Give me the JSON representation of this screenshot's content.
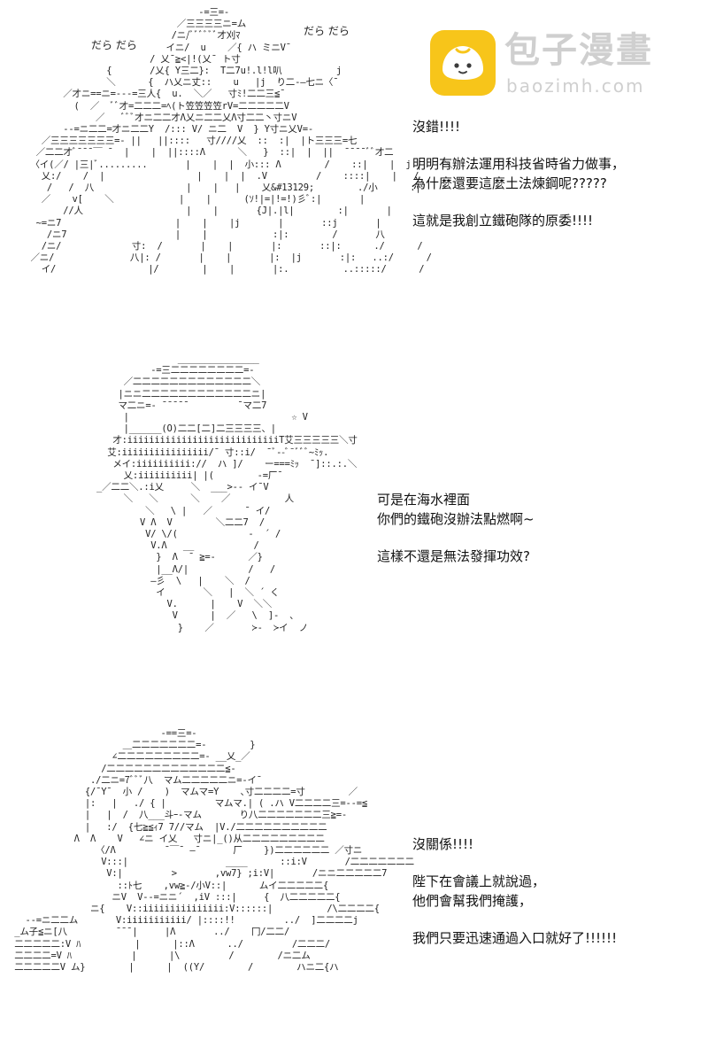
{
  "watermark": {
    "title": "包子漫畫",
    "domain": "baozimh.com"
  },
  "panels": [
    {
      "sfx_left": "だら だら",
      "sfx_right": "だら だら",
      "art": "                                   -=三=-\n                               ／三三三三ニ=ム\n                              /ニ/ﾞﾞﾞﾞﾞﾞ才刈ﾏ\n                             イニ/  u    ／{ ハ ミニV¯\n                          / 乂¯≧<|!(乂¯ ト寸\n                  {       /乂{ Y三二}:  T二7u!.l!l叭          j\n                  ＼      {  ハ乂ニ丈::    u   |j  り二-―七ニ〈¯\n          ／才ニ==ニ=---=三人{  u.  ＼／   寸ﾐ!二二三≦¯\n            (  ／  ﾞﾞ才=二二二=ﾍ(ト笠笠笠笠rV=二二二二二V\n                ／   ﾞﾞﾞ才ニ二二才Λ乂ニ二二乂Λ寸二二丶寸ニV\n          --=ニ二二=才ニ二二Y  /::: V/ ニ二  V  } Y寸ニ乂V=-\n      ／三三三三三三三=- ||   ||::::   寸////乂  ::  :|  |ト三三三=七\n     ／二二才ﾞ¯¯¯￣ ¯  |    |  ||::::Λ      ＼   }  ::|  |  ||  ¯¯¯¯ﾞﾞ才二\n    〈イ(／/ |三|ﾞ.........       |    |  |  小::: Λ        /    ::|    |  j |    ＼\n      乂:/    /  |                 |    |  |  .V         /    ::::|    |   /\n       /   /  八                 |    |   |    乂&#13129;        ./小      :|\n      ／    v[    ＼            |    |      (ｿ!|=|!=!)彡ﾞ:|       |\n          //人                   |    |       {J|.|l|        :|       |\n     ~=ニ7                     |    |    |j       |       ::j       |\n       /ニ7                    |    |            :|:        /       八\n      /ニ/             寸:  /       |    |       |:       ::|:      ./      /\n    ／ニ/              八|: /       |    |       |:  |j       :|:   ..:/      /\n      イ/                 |/        |    |       |:.          ..:::::/      /",
      "lines": [
        "沒錯!!!!",
        "",
        "明明有辦法運用科技省時省力做事，",
        "為什麼還要這麼土法煉鋼呢?????",
        "",
        "這就是我創立鐵砲隊的原委!!!!"
      ]
    },
    {
      "art": "                       _______________\n                  -=三二二二二二二二二=-\n             ／二二二二二二二二二二二二二＼\n            |ニニ二二二二二二二二二二二二ニ|\n            マ二ニ=- ¯¯¯¯¯         ¯マ二7\n             |                              ☆ V\n             |______(O)二二[二]二三三三三、|\n           才:iiiiiiiiiiiiiiiiiiiiiiiiiiiiT艾三三三三三＼寸\n          艾:iiiiiiiiiiiiiiii/¯ 寸::i/  ¯ﾞ‐-ﾞ¯ﾞﾞﾞ~ﾐｯ.\n           メイ:iiiiiiiiii://  ハ ]/    ー===ﾐｯ  ¯]::.:.＼\n             乂:iiiiiiiiii| |(        -=厂¯\n        _／二二＼.:i乂     ＼  ___>-- イ¯V\n             ＼   ＼      ＼    ／          人\n                 ＼   \\ |   ／      ¯ イ/\n                V Λ  V        ＼二二7  /\n                 V/ \\/(             -  ´ /\n                  V.Λ   __           /\n                   }  Λ  ¯ ≧=-      ／}\n                   |__Λ/|           /   /\n                  ―彡  \\   |    ＼  /\n                   イ       ＼   |  ＼ ´ く\n                     V.      |    V  ＼＼\n                      V      |  ／   \\  ]-  ､\n                       }    ／       ≻-  ≻イ  ノ",
      "lines": [
        "可是在海水裡面",
        "你們的鐵砲沒辦法點燃啊~",
        "",
        "這樣不還是無法發揮功效?"
      ]
    },
    {
      "art": "                             -==三=-\n                      ＿二二二二二二二=-        }\n                    ∠二二二二二二二二二=- __乂_／\n                  /二二二二二二二二二二二二二≦-\n                ./二ニ=7ﾞﾞﾞ八  マム二二二二二ニ=-イ¯\n               {/¯Y¯  小 /    )  マムマ=Y    ､寸二二二二=寸        ／\n               |:   |   ./ { |         マムマ.| ( .ハ V二二二二三=--=≦\n               |   |  /  八___斗ｰ‐マム       り八二二二二二二二三≧=-\n               |   :/  {七≧≦ｨ7 7//マム  |V./二二二二二二二二二二\n             Λ  Λ    V   ∠ニ イ乂   寸ニ|_()从二二二二二二二二二\n                 〈/Λ         ¯￣¯ ―¯      厂    })二二二二二二 ／寸ニ\n                  V:::|                  ____      ::i:V       /二二二二二二二\n                   V:|         >       ,vw7} ;i:V|       /ニニ二二二二二7\n                     ::ﾄ七    ,vw≧-/小V::|      ムイ二二二二二{\n                    ニV  V--=ニニ´  ,iV :::|     {  八二二二二二{\n                ニ{    V::iiiiiiiiiiiiiii:V::::::|          /\\二二二二{\n    --=ニ二二ム       V:iiiiiiiiiii/ |::::!!         ../  ]二二二二j\n  _ム子≦ニ[八         ¯¯¯|     |Λ       ../    冂/二二/\n  二二二二二:V ﾊ          |      |::Λ      ../         /二二二/\n  二二二二=V ﾊ           |      |\\         /        /ニ二ム\n  二二二二二V ム}        |      |  ((Y/        /        ハニ二{ハ",
      "lines": [
        "沒關係!!!!",
        "",
        "陛下在會議上就說過，",
        "他們會幫我們掩護，",
        "",
        "我們只要迅速通過入口就好了!!!!!!"
      ]
    }
  ]
}
